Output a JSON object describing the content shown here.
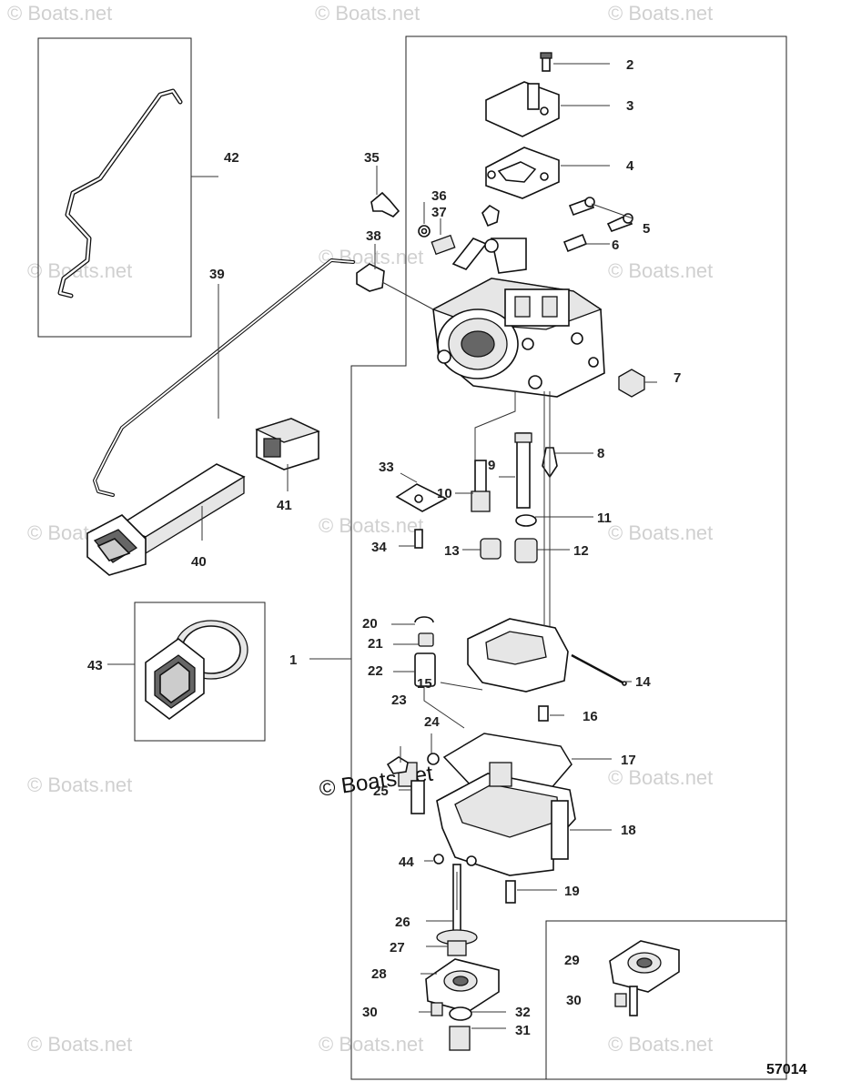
{
  "watermarks": {
    "small": "© Boats.net",
    "center": "© Boats.net"
  },
  "figure_number": "57014",
  "callouts": {
    "c1": "1",
    "c2": "2",
    "c3": "3",
    "c4": "4",
    "c5": "5",
    "c6": "6",
    "c7": "7",
    "c8": "8",
    "c9": "9",
    "c10": "10",
    "c11": "11",
    "c12": "12",
    "c13": "13",
    "c14": "14",
    "c15": "15",
    "c16": "16",
    "c17": "17",
    "c18": "18",
    "c19": "19",
    "c20": "20",
    "c21": "21",
    "c22": "22",
    "c23": "23",
    "c24": "24",
    "c25": "25",
    "c26": "26",
    "c27": "27",
    "c28": "28",
    "c29": "29",
    "c30a": "30",
    "c30b": "30",
    "c31": "31",
    "c32": "32",
    "c33": "33",
    "c34": "34",
    "c35": "35",
    "c36": "36",
    "c37": "37",
    "c38": "38",
    "c39": "39",
    "c40": "40",
    "c41": "41",
    "c42": "42",
    "c43": "43",
    "c44": "44"
  }
}
